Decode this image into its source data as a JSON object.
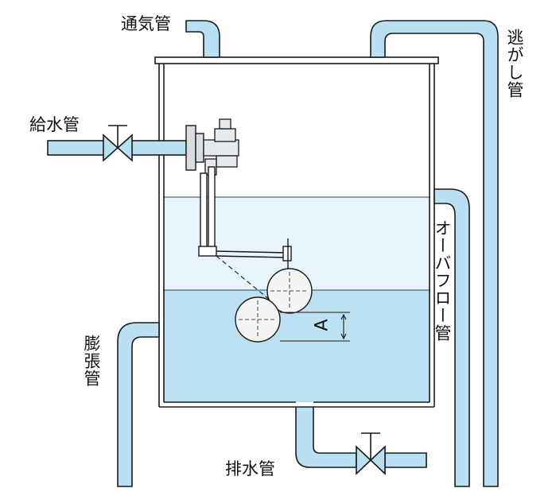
{
  "labels": {
    "vent_pipe": "通気管",
    "supply_pipe": "給水管",
    "escape_pipe": "逃がし管",
    "overflow_pipe": "オーバフロー管",
    "expansion_pipe": "膨張管",
    "drain_pipe": "排水管",
    "dimension_a": "A"
  },
  "colors": {
    "pipe_fill": "#b8dff2",
    "water_low": "#bde0f2",
    "water_high": "#e8f4fb",
    "outline": "#1a1a1a",
    "float": "#f4f4f4"
  }
}
